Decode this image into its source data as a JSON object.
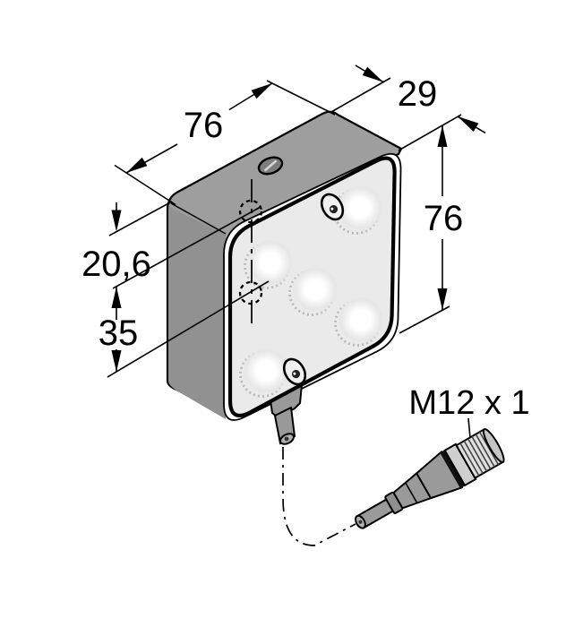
{
  "drawing": {
    "kind": "sensor-dimension-drawing",
    "labels": {
      "width_top": "76",
      "depth": "29",
      "height": "76",
      "offset_top": "20,6",
      "offset_mid": "35",
      "connector": "M12 x 1"
    },
    "device": {
      "visible_led_count": 5,
      "visible_screw_count": 3,
      "mounting_reference_circles": 2
    },
    "colors": {
      "background": "#ffffff",
      "housing_gray": "#9e9e9e",
      "left_face_gray": "#919191",
      "front_face_gray": "#eaeaea",
      "rim_white": "#ffffff",
      "outline_black": "#000000",
      "led_core_white": "#ffffff",
      "plug_body_gray": "#9a9a9a",
      "plug_band_gray": "#cfcfcf",
      "plug_thread_gray": "#dedede"
    }
  }
}
